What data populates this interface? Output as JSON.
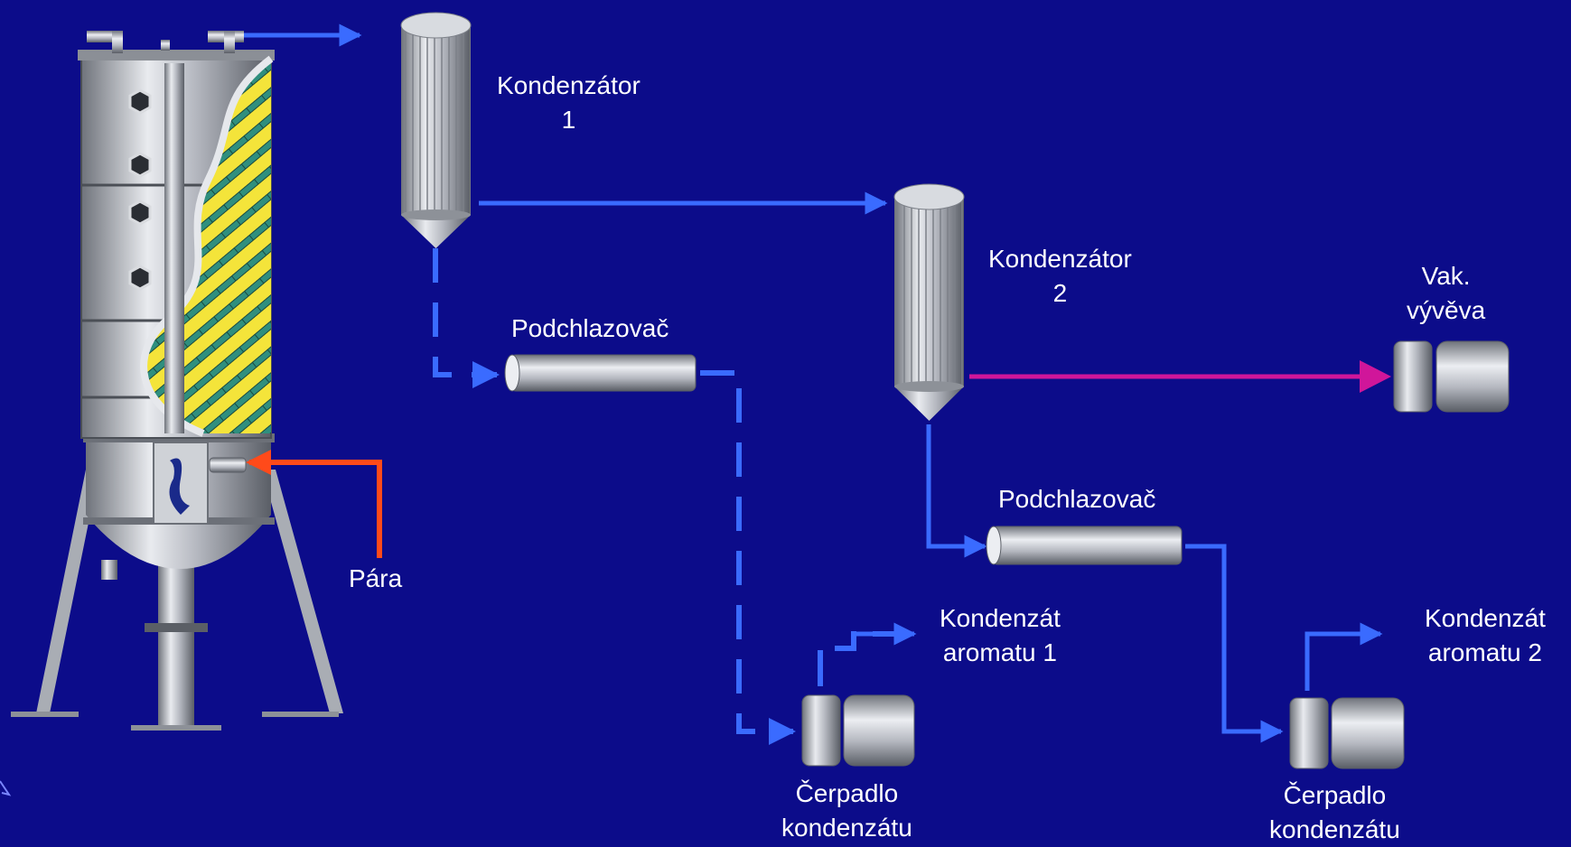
{
  "labels": {
    "kondenzator1": [
      "Kondenzátor",
      "1"
    ],
    "kondenzator2": [
      "Kondenzátor",
      "2"
    ],
    "podchlazovac1": "Podchlazovač",
    "podchlazovac2": "Podchlazovač",
    "vakuum": [
      "Vak.",
      "vývěva"
    ],
    "para": "Pára",
    "kondenzat1": [
      "Kondenzát",
      "aromatu 1"
    ],
    "kondenzat2": [
      "Kondenzát",
      "aromatu 2"
    ],
    "cerpadlo1": [
      "Čerpadlo",
      "kondenzátu"
    ],
    "cerpadlo2": [
      "Čerpadlo",
      "kondenzátu"
    ]
  },
  "colors": {
    "background": "#0c0c8a",
    "vapor_line": "#3a6bff",
    "steam_line": "#ff4a1a",
    "vacuum_line": "#d0169a",
    "packing": "#f4e43a",
    "metal": "#b9bcc3"
  }
}
